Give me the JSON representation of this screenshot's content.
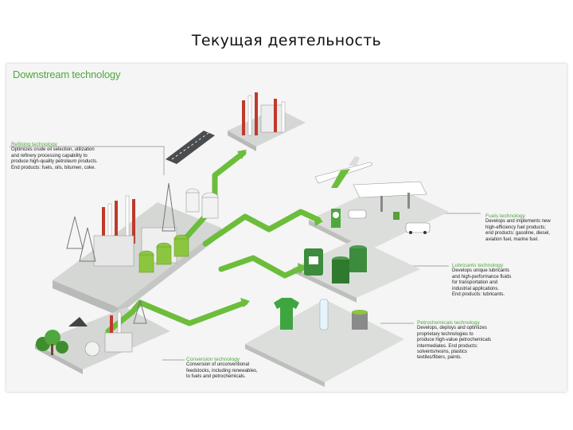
{
  "slide": {
    "title": "Текущая деятельность"
  },
  "panel": {
    "title": "Downstream technology"
  },
  "colors": {
    "accent_green": "#4fa83d",
    "platform": "#d8dad8",
    "arrow_green": "#6cbd3b"
  },
  "callouts": {
    "refining": {
      "title": "Refining technology",
      "desc": "Optimizes crude oil selection, utilization\nand refinery processing capability to\nproduce high-quality petroleum products.\nEnd products: fuels, oils, bitumen, coke."
    },
    "fuels": {
      "title": "Fuels technology",
      "desc": "Develops and implements new\nhigh-efficiency fuel products;\nend products: gasoline, diesel,\naviation fuel, marine fuel."
    },
    "lubricants": {
      "title": "Lubricants technology",
      "desc": "Develops unique lubricants\nand high-performance fluids\nfor transportation and\nindustrial applications.\nEnd products: lubricants."
    },
    "petrochemicals": {
      "title": "Petrochemicals technology",
      "desc": "Develops, deploys and optimizes\nproprietary technologies to\nproduce high-value petrochemicals\nintermediates. End products:\nsolvents/resins, plastics\ntextiles/fibers, paints."
    },
    "conversion": {
      "title": "Conversion technology",
      "desc": "Conversion of unconventional\nfeedstocks, including renewables,\nto fuels and petrochemicals."
    }
  }
}
